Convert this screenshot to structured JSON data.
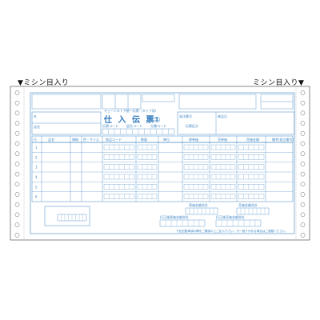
{
  "perforation": {
    "left_label": "▼ミシン目入り",
    "right_label": "ミシン目入り▼"
  },
  "form": {
    "title": "仕 入 伝 票",
    "title_number": "①",
    "subtitle": "チェーンストア統一伝票（タイプ用）",
    "footer_note": "下記記載事項の欄をご確認の上ご記入下さい。万一誤りがある場合はご連絡ください。",
    "labels": {
      "shop": "社",
      "store": "店名",
      "item_code": "伝票コード",
      "corp_code": "会社コード",
      "class_code": "分類コード",
      "type": "伝票区分",
      "order_no": "発注番号",
      "delivery_date": "納品日",
      "row": "行",
      "product_name": "品名",
      "spec": "規格",
      "color_size": "色・サイズ",
      "product_code": "商品コード",
      "quantity": "数量",
      "unit": "単位",
      "cost_unit": "原単価",
      "cost_amount": "原価金額",
      "retail_unit": "売単価",
      "retail_amount": "売価金額",
      "remarks": "備考(発注番号)",
      "cost_total": "原価金額合計",
      "retail_total": "売価金額合計",
      "cost_total_checked": "訂正後原価金額合計",
      "retail_total_checked": "訂正後売価金額合計"
    },
    "row_numbers": [
      "1",
      "2",
      "3",
      "4",
      "5",
      "6"
    ],
    "ink_color": "#3f86c4"
  }
}
